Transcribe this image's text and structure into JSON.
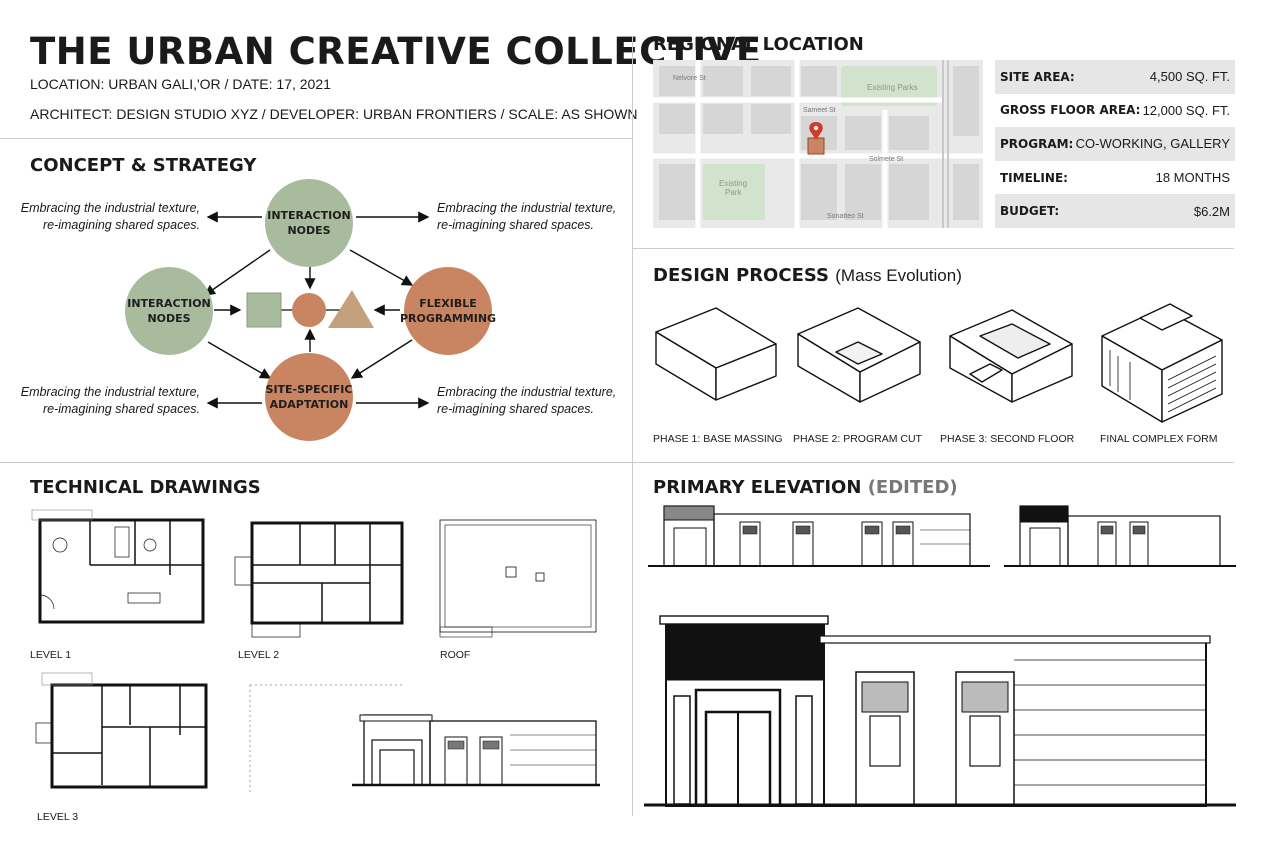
{
  "header": {
    "title": "THE URBAN CREATIVE COLLECTIVE",
    "line1": "LOCATION: URBAN GALI,'OR / DATE: 17, 2021",
    "line2": "ARCHITECT: DESIGN STUDIO XYZ / DEVELOPER: URBAN FRONTIERS / SCALE: AS SHOWN"
  },
  "concept": {
    "heading": "CONCEPT & STRATEGY",
    "nodes": {
      "top": "INTERACTION\nNODES",
      "left": "INTERACTION\nNODES",
      "right": "FLEXIBLE\nPROGRAMMING",
      "bottom": "SITE-SPECIFIC\nADAPTATION"
    },
    "notes": {
      "top_left": "Embracing the industrial texture,\nre-imagining shared spaces.",
      "top_right": "Embracing the industrial texture,\nre-imagining shared spaces.",
      "bottom_left": "Embracing the industrial texture,\nre-imagining shared spaces.",
      "bottom_right": "Embracing the industrial texture,\nre-imagining shared spaces."
    },
    "colors": {
      "green": "#a8bc9d",
      "terracotta": "#c98561"
    }
  },
  "regional": {
    "heading": "REGIONAL LOCATION",
    "map_labels": {
      "existing_parks": "Existing Parks",
      "existing_park": "Existing\nPark",
      "street_1": "Nelvore St",
      "street_2": "Sameet St",
      "street_3": "Solmete St",
      "street_4": "Sonatteo St"
    },
    "stats": [
      {
        "label": "SITE AREA:",
        "value": "4,500 SQ. FT."
      },
      {
        "label": "GROSS FLOOR AREA:",
        "value": "12,000 SQ. FT."
      },
      {
        "label": "PROGRAM:",
        "value": "CO-WORKING, GALLERY"
      },
      {
        "label": "TIMELINE:",
        "value": "18 MONTHS"
      },
      {
        "label": "BUDGET:",
        "value": "$6.2M"
      }
    ]
  },
  "design_process": {
    "heading": "DESIGN PROCESS",
    "subheading": "(Mass Evolution)",
    "phases": [
      "PHASE 1: BASE MASSING",
      "PHASE 2: PROGRAM CUT",
      "PHASE 3: SECOND FLOOR",
      "FINAL COMPLEX FORM"
    ]
  },
  "technical": {
    "heading": "TECHNICAL DRAWINGS",
    "labels": {
      "level1": "LEVEL 1",
      "level2": "LEVEL 2",
      "roof": "ROOF",
      "level3": "LEVEL 3"
    }
  },
  "elevation": {
    "heading": "PRIMARY ELEVATION",
    "heading_suffix": "(EDITED)"
  }
}
